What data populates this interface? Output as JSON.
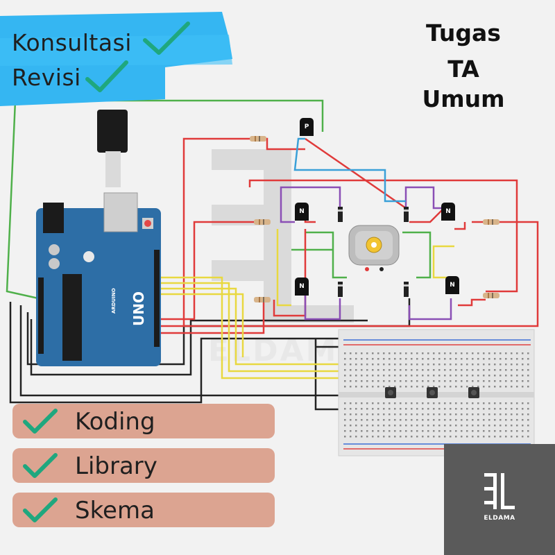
{
  "banner": {
    "line1": "Konsultasi",
    "line2": "Revisi"
  },
  "title": {
    "line1": "Tugas",
    "line2": "TA",
    "line3": "Umum"
  },
  "checklist": [
    {
      "label": "Koding"
    },
    {
      "label": "Library"
    },
    {
      "label": "Skema"
    }
  ],
  "arduino": {
    "model": "UNO",
    "brand": "ARDUINO"
  },
  "transistors": [
    "P",
    "N",
    "N",
    "N",
    "N"
  ],
  "watermark": "ELDAMA",
  "logo": {
    "text": "ELDAMA"
  },
  "colors": {
    "banner": "#35b6f2",
    "check": "#1fa77e",
    "pill": "#dca491",
    "board": "#2d6ea6",
    "logo_bg": "#5a5a5a",
    "wire_red": "#e03a3a",
    "wire_purple": "#8a4fb5",
    "wire_green": "#4fb04a",
    "wire_yellow": "#e8d840",
    "wire_blue": "#3aa0d8",
    "wire_black": "#222222"
  }
}
